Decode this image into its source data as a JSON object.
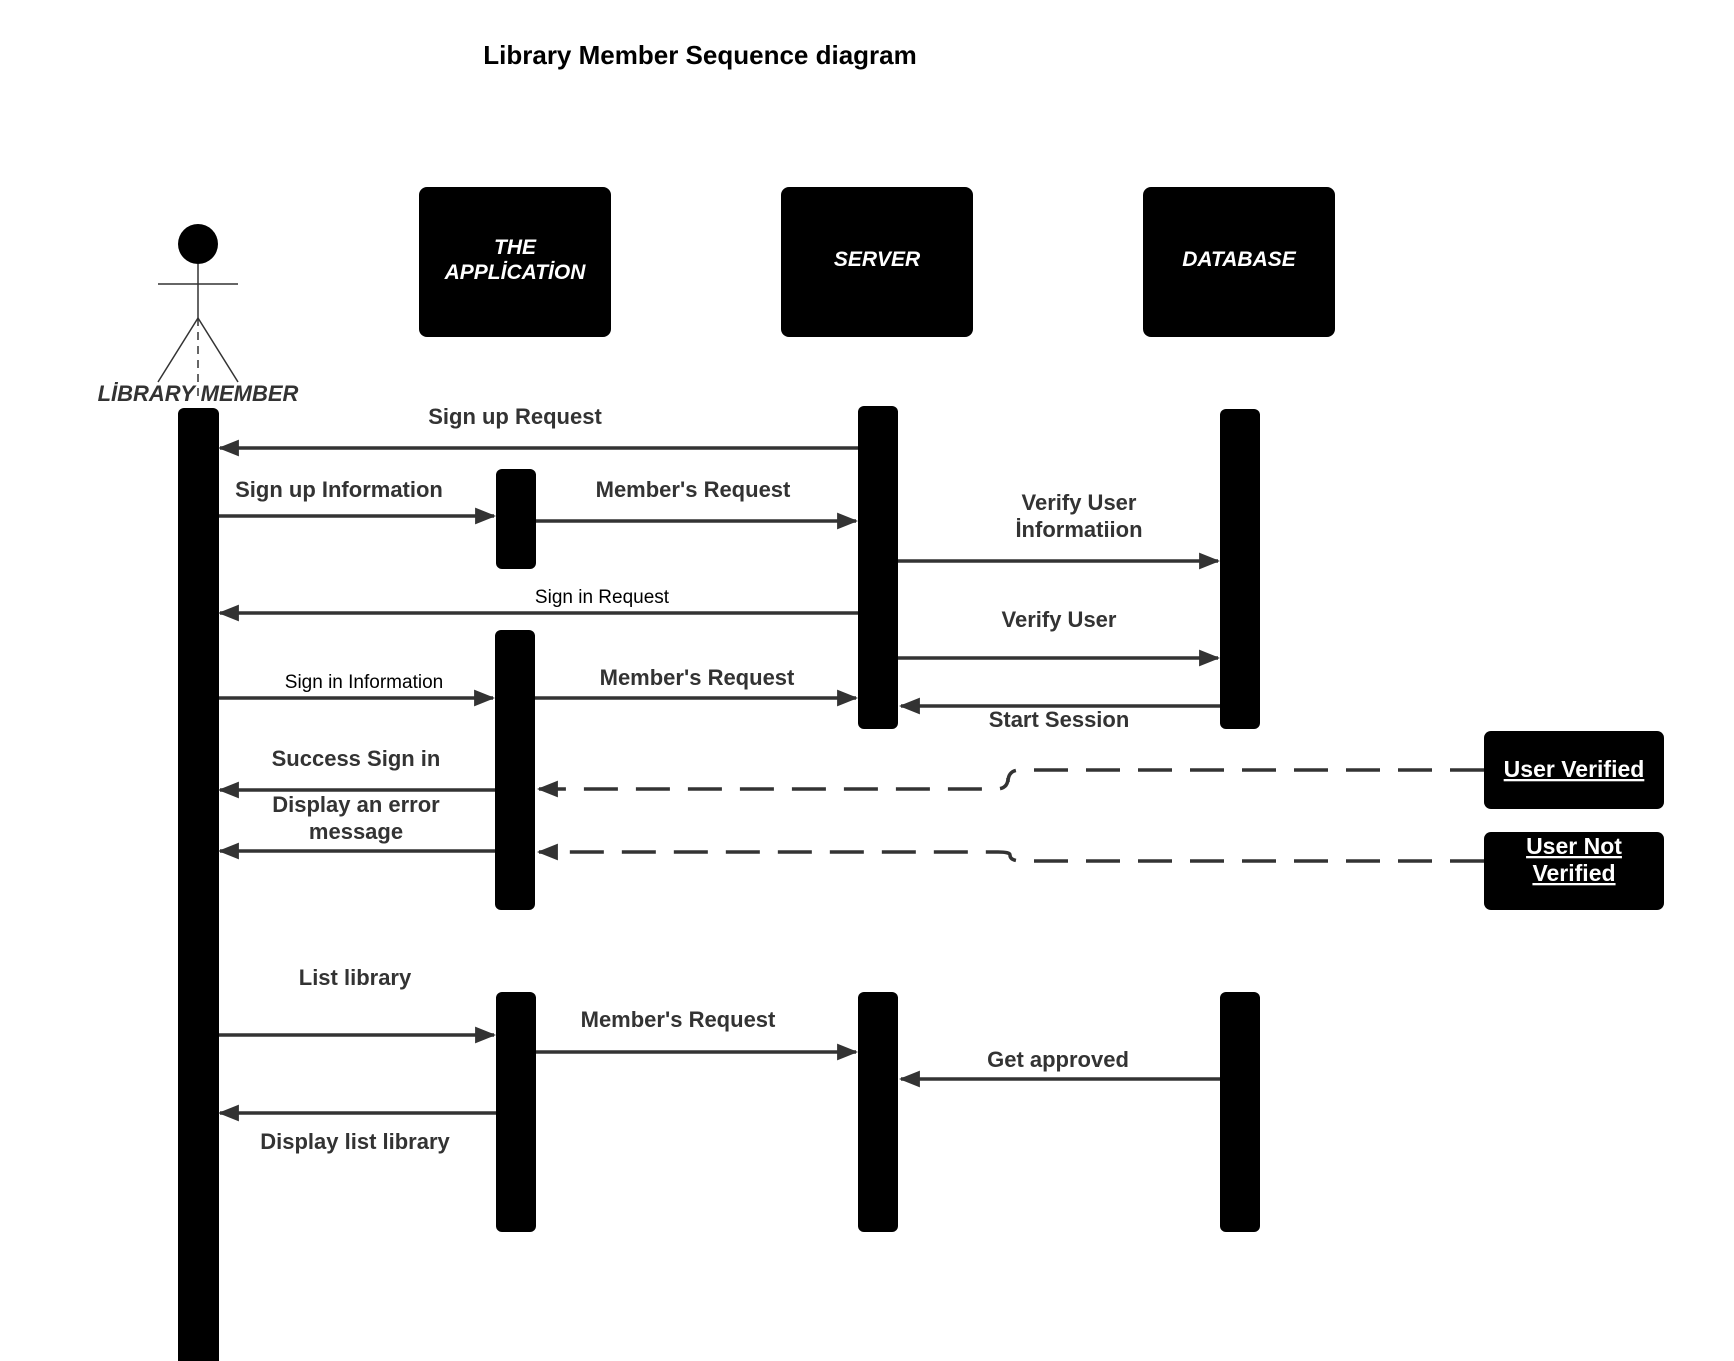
{
  "title": "Library Member Sequence diagram",
  "actor": {
    "label": "LİBRARY MEMBER"
  },
  "participants": [
    {
      "id": "app",
      "lines": [
        "THE",
        "APPLİCATİON"
      ]
    },
    {
      "id": "server",
      "lines": [
        "SERVER"
      ]
    },
    {
      "id": "database",
      "lines": [
        "DATABASE"
      ]
    }
  ],
  "messages": [
    {
      "id": "m1",
      "lines": [
        "Sign up Request"
      ],
      "from": "server",
      "to": "actor",
      "style": "solid"
    },
    {
      "id": "m2",
      "lines": [
        "Sign up Information"
      ],
      "from": "actor",
      "to": "app",
      "style": "solid"
    },
    {
      "id": "m3",
      "lines": [
        "Member's Request"
      ],
      "from": "app",
      "to": "server",
      "style": "solid"
    },
    {
      "id": "m4",
      "lines": [
        "Verify User",
        "İnformatiion"
      ],
      "from": "server",
      "to": "database",
      "style": "solid"
    },
    {
      "id": "m5",
      "lines": [
        "Sign in Request"
      ],
      "from": "server",
      "to": "actor",
      "style": "solid"
    },
    {
      "id": "m6",
      "lines": [
        "Verify User"
      ],
      "from": "server",
      "to": "database",
      "style": "solid"
    },
    {
      "id": "m7",
      "lines": [
        "Sign in Information"
      ],
      "from": "actor",
      "to": "app",
      "style": "solid"
    },
    {
      "id": "m8",
      "lines": [
        "Member's Request"
      ],
      "from": "app",
      "to": "server",
      "style": "solid"
    },
    {
      "id": "m9",
      "lines": [
        "Start  Session"
      ],
      "from": "database",
      "to": "server",
      "style": "solid"
    },
    {
      "id": "m10",
      "lines": [
        "Success Sign in"
      ],
      "from": "app",
      "to": "actor",
      "style": "solid"
    },
    {
      "id": "m11",
      "lines": [
        "Display an error",
        "message"
      ],
      "from": "app",
      "to": "actor",
      "style": "solid"
    },
    {
      "id": "m12",
      "lines": [
        "List  library"
      ],
      "from": "actor",
      "to": "app",
      "style": "solid"
    },
    {
      "id": "m13",
      "lines": [
        "Member's Request"
      ],
      "from": "app",
      "to": "server",
      "style": "solid"
    },
    {
      "id": "m14",
      "lines": [
        "Get approved"
      ],
      "from": "database",
      "to": "server",
      "style": "solid"
    },
    {
      "id": "m15",
      "lines": [
        "Display list library"
      ],
      "from": "app",
      "to": "actor",
      "style": "solid"
    }
  ],
  "notes": [
    {
      "id": "n1",
      "lines": [
        "User Verified"
      ],
      "to": "app",
      "style": "dashed"
    },
    {
      "id": "n2",
      "lines": [
        "User Not",
        "Verified"
      ],
      "to": "app",
      "style": "dashed"
    }
  ],
  "colors": {
    "box_fill": "#000000",
    "box_text": "#ffffff",
    "arrow": "#333333",
    "label": "#333333"
  }
}
